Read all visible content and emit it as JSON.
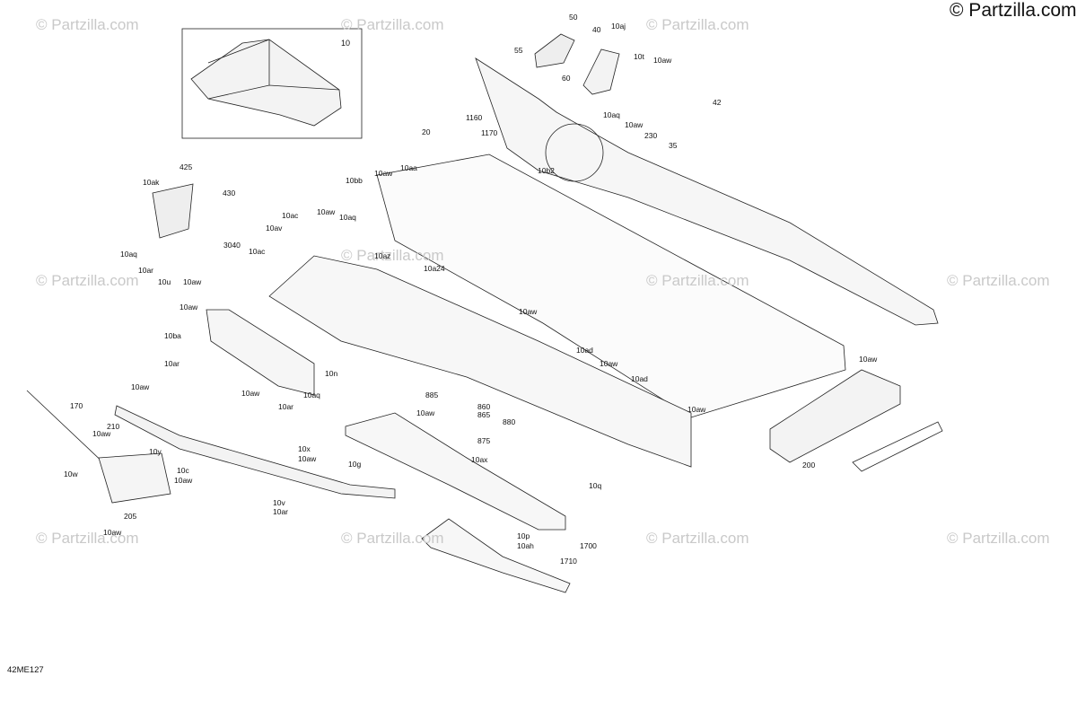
{
  "brand": "© Partzilla.com",
  "watermark": "© Partzilla.com",
  "diagram_code": "42ME127",
  "inset_label": "10",
  "callouts": [
    "50",
    "55",
    "40",
    "10aj",
    "60",
    "10t",
    "10aw",
    "42",
    "10aq",
    "10aw",
    "230",
    "35",
    "1160",
    "1170",
    "10b2",
    "20",
    "10bb",
    "10aw",
    "10aa",
    "425",
    "10ak",
    "430",
    "10ac",
    "10aw",
    "10aq",
    "10av",
    "3040",
    "10ac",
    "10az",
    "10a24",
    "10aq",
    "10ar",
    "10u",
    "10aw",
    "10aw",
    "10ba",
    "10ar",
    "10aw",
    "10ad",
    "10aw",
    "10ad",
    "10n",
    "10aw",
    "10aq",
    "10aw",
    "10ar",
    "885",
    "10aw",
    "860",
    "865",
    "880",
    "875",
    "10ax",
    "10aw",
    "10aw",
    "200",
    "170",
    "210",
    "10aw",
    "10y",
    "10x",
    "10aw",
    "10g",
    "10c",
    "10aw",
    "10w",
    "10v",
    "10ar",
    "205",
    "10aw",
    "10q",
    "10p",
    "10ah",
    "1700",
    "1710"
  ]
}
